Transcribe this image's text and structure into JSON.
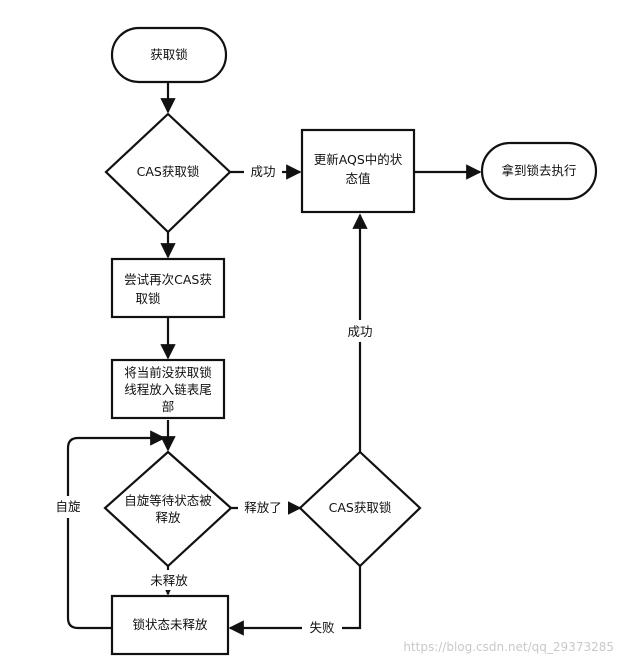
{
  "nodes": {
    "start": "获取锁",
    "cas1": "CAS获取锁",
    "update": {
      "line1": "更新AQS中的状",
      "line2": "态值"
    },
    "exec": "拿到锁去执行",
    "retry": {
      "line1": "尝试再次CAS获",
      "line2": "取锁"
    },
    "enqueue": {
      "line1": "将当前没获取锁",
      "line2": "线程放入链表尾",
      "line3": "部"
    },
    "spin": {
      "line1": "自旋等待状态被",
      "line2": "释放"
    },
    "cas2": "CAS获取锁",
    "notreleased": "锁状态未释放"
  },
  "edges": {
    "success1": "成功",
    "success2": "成功",
    "released": "释放了",
    "fail": "失败",
    "not_released": "未释放",
    "spin_loop": "自旋"
  },
  "watermark": "https://blog.csdn.net/qq_29373285"
}
